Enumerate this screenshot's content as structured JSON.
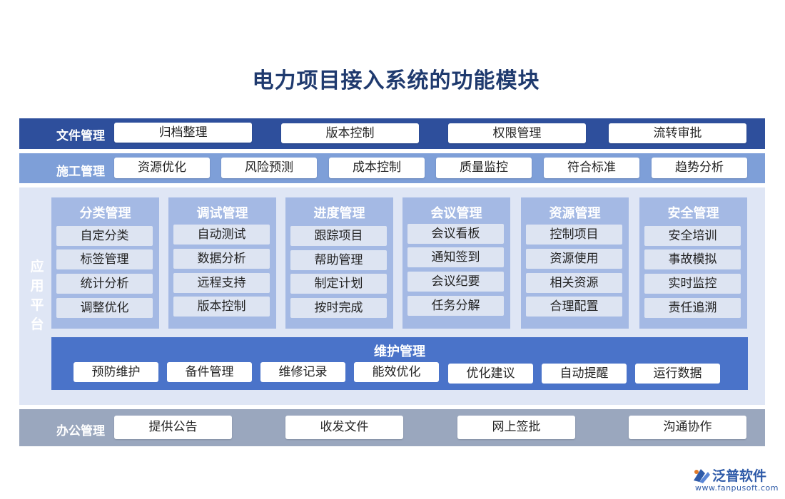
{
  "title": "电力项目接入系统的功能模块",
  "file_management": {
    "label": "文件管理",
    "items": [
      "归档整理",
      "版本控制",
      "权限管理",
      "流转审批"
    ]
  },
  "construction_management": {
    "label": "施工管理",
    "items": [
      "资源优化",
      "风险预测",
      "成本控制",
      "质量监控",
      "符合标准",
      "趋势分析"
    ]
  },
  "application_platform": {
    "label": "应用平台",
    "modules": [
      {
        "title": "分类管理",
        "items": [
          "自定分类",
          "标签管理",
          "统计分析",
          "调整优化"
        ]
      },
      {
        "title": "调试管理",
        "items": [
          "自动测试",
          "数据分析",
          "远程支持",
          "版本控制"
        ]
      },
      {
        "title": "进度管理",
        "items": [
          "跟踪项目",
          "帮助管理",
          "制定计划",
          "按时完成"
        ]
      },
      {
        "title": "会议管理",
        "items": [
          "会议看板",
          "通知签到",
          "会议纪要",
          "任务分解"
        ]
      },
      {
        "title": "资源管理",
        "items": [
          "控制项目",
          "资源使用",
          "相关资源",
          "合理配置"
        ]
      },
      {
        "title": "安全管理",
        "items": [
          "安全培训",
          "事故模拟",
          "实时监控",
          "责任追溯"
        ]
      }
    ],
    "maintenance": {
      "title": "维护管理",
      "items": [
        "预防维护",
        "备件管理",
        "维修记录",
        "能效优化",
        "优化建议",
        "自动提醒",
        "运行数据"
      ]
    }
  },
  "office_management": {
    "label": "办公管理",
    "items": [
      "提供公告",
      "收发文件",
      "网上签批",
      "沟通协作"
    ]
  },
  "logo": {
    "name": "泛普软件",
    "url": "www.fanpusoft.com"
  }
}
